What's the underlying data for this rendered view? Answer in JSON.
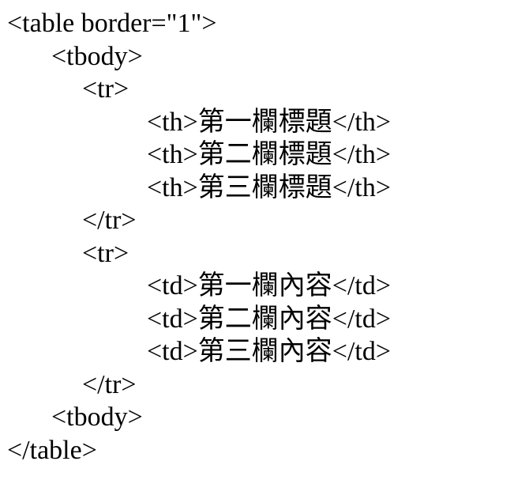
{
  "code": {
    "language": "html-source-listing",
    "lines": [
      {
        "indent": 0,
        "text": "<table border=\"1\">"
      },
      {
        "indent": 1,
        "text": "<tbody>"
      },
      {
        "indent": 2,
        "text": "<tr>"
      },
      {
        "indent": 3,
        "text": "<th>第一欄標題</th>"
      },
      {
        "indent": 3,
        "text": "<th>第二欄標題</th>"
      },
      {
        "indent": 3,
        "text": "<th>第三欄標題</th>"
      },
      {
        "indent": 2,
        "text": "</tr>"
      },
      {
        "indent": 2,
        "text": "<tr>"
      },
      {
        "indent": 3,
        "text": "<td>第一欄內容</td>"
      },
      {
        "indent": 3,
        "text": "<td>第二欄內容</td>"
      },
      {
        "indent": 3,
        "text": "<td>第三欄內容</td>"
      },
      {
        "indent": 2,
        "text": "</tr>"
      },
      {
        "indent": 1,
        "text": "<tbody>"
      },
      {
        "indent": 0,
        "text": "</table>"
      }
    ],
    "colors": {
      "text": "#000000",
      "background": "#ffffff"
    }
  }
}
